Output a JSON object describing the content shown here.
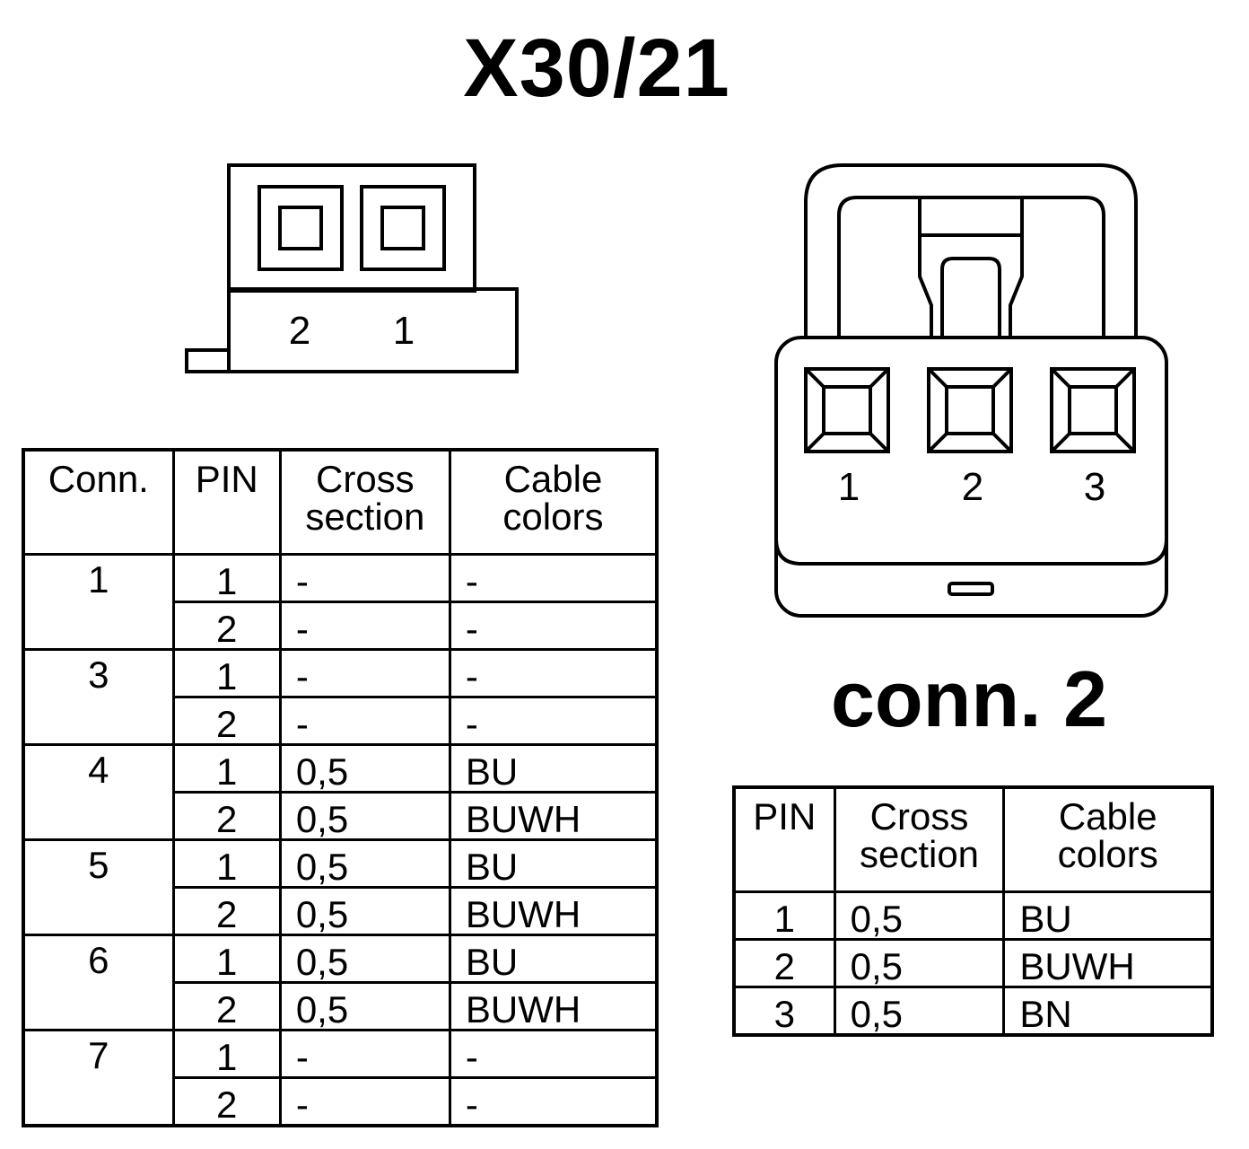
{
  "title": "X30/21",
  "connector_left": {
    "pin_labels": [
      "2",
      "1"
    ]
  },
  "connector_right": {
    "pin_labels": [
      "1",
      "2",
      "3"
    ],
    "caption": "conn. 2"
  },
  "main_table": {
    "headers": [
      "Conn.",
      "PIN",
      "Cross\nsection",
      "Cable\ncolors"
    ],
    "groups": [
      {
        "conn": "1",
        "rows": [
          {
            "pin": "1",
            "cross": "-",
            "color": "-"
          },
          {
            "pin": "2",
            "cross": "-",
            "color": "-"
          }
        ]
      },
      {
        "conn": "3",
        "rows": [
          {
            "pin": "1",
            "cross": "-",
            "color": "-"
          },
          {
            "pin": "2",
            "cross": "-",
            "color": "-"
          }
        ]
      },
      {
        "conn": "4",
        "rows": [
          {
            "pin": "1",
            "cross": "0,5",
            "color": "BU"
          },
          {
            "pin": "2",
            "cross": "0,5",
            "color": "BUWH"
          }
        ]
      },
      {
        "conn": "5",
        "rows": [
          {
            "pin": "1",
            "cross": "0,5",
            "color": "BU"
          },
          {
            "pin": "2",
            "cross": "0,5",
            "color": "BUWH"
          }
        ]
      },
      {
        "conn": "6",
        "rows": [
          {
            "pin": "1",
            "cross": "0,5",
            "color": "BU"
          },
          {
            "pin": "2",
            "cross": "0,5",
            "color": "BUWH"
          }
        ]
      },
      {
        "conn": "7",
        "rows": [
          {
            "pin": "1",
            "cross": "-",
            "color": "-"
          },
          {
            "pin": "2",
            "cross": "-",
            "color": "-"
          }
        ]
      }
    ]
  },
  "conn2_table": {
    "headers": [
      "PIN",
      "Cross\nsection",
      "Cable\ncolors"
    ],
    "rows": [
      {
        "pin": "1",
        "cross": "0,5",
        "color": "BU"
      },
      {
        "pin": "2",
        "cross": "0,5",
        "color": "BUWH"
      },
      {
        "pin": "3",
        "cross": "0,5",
        "color": "BN"
      }
    ]
  }
}
